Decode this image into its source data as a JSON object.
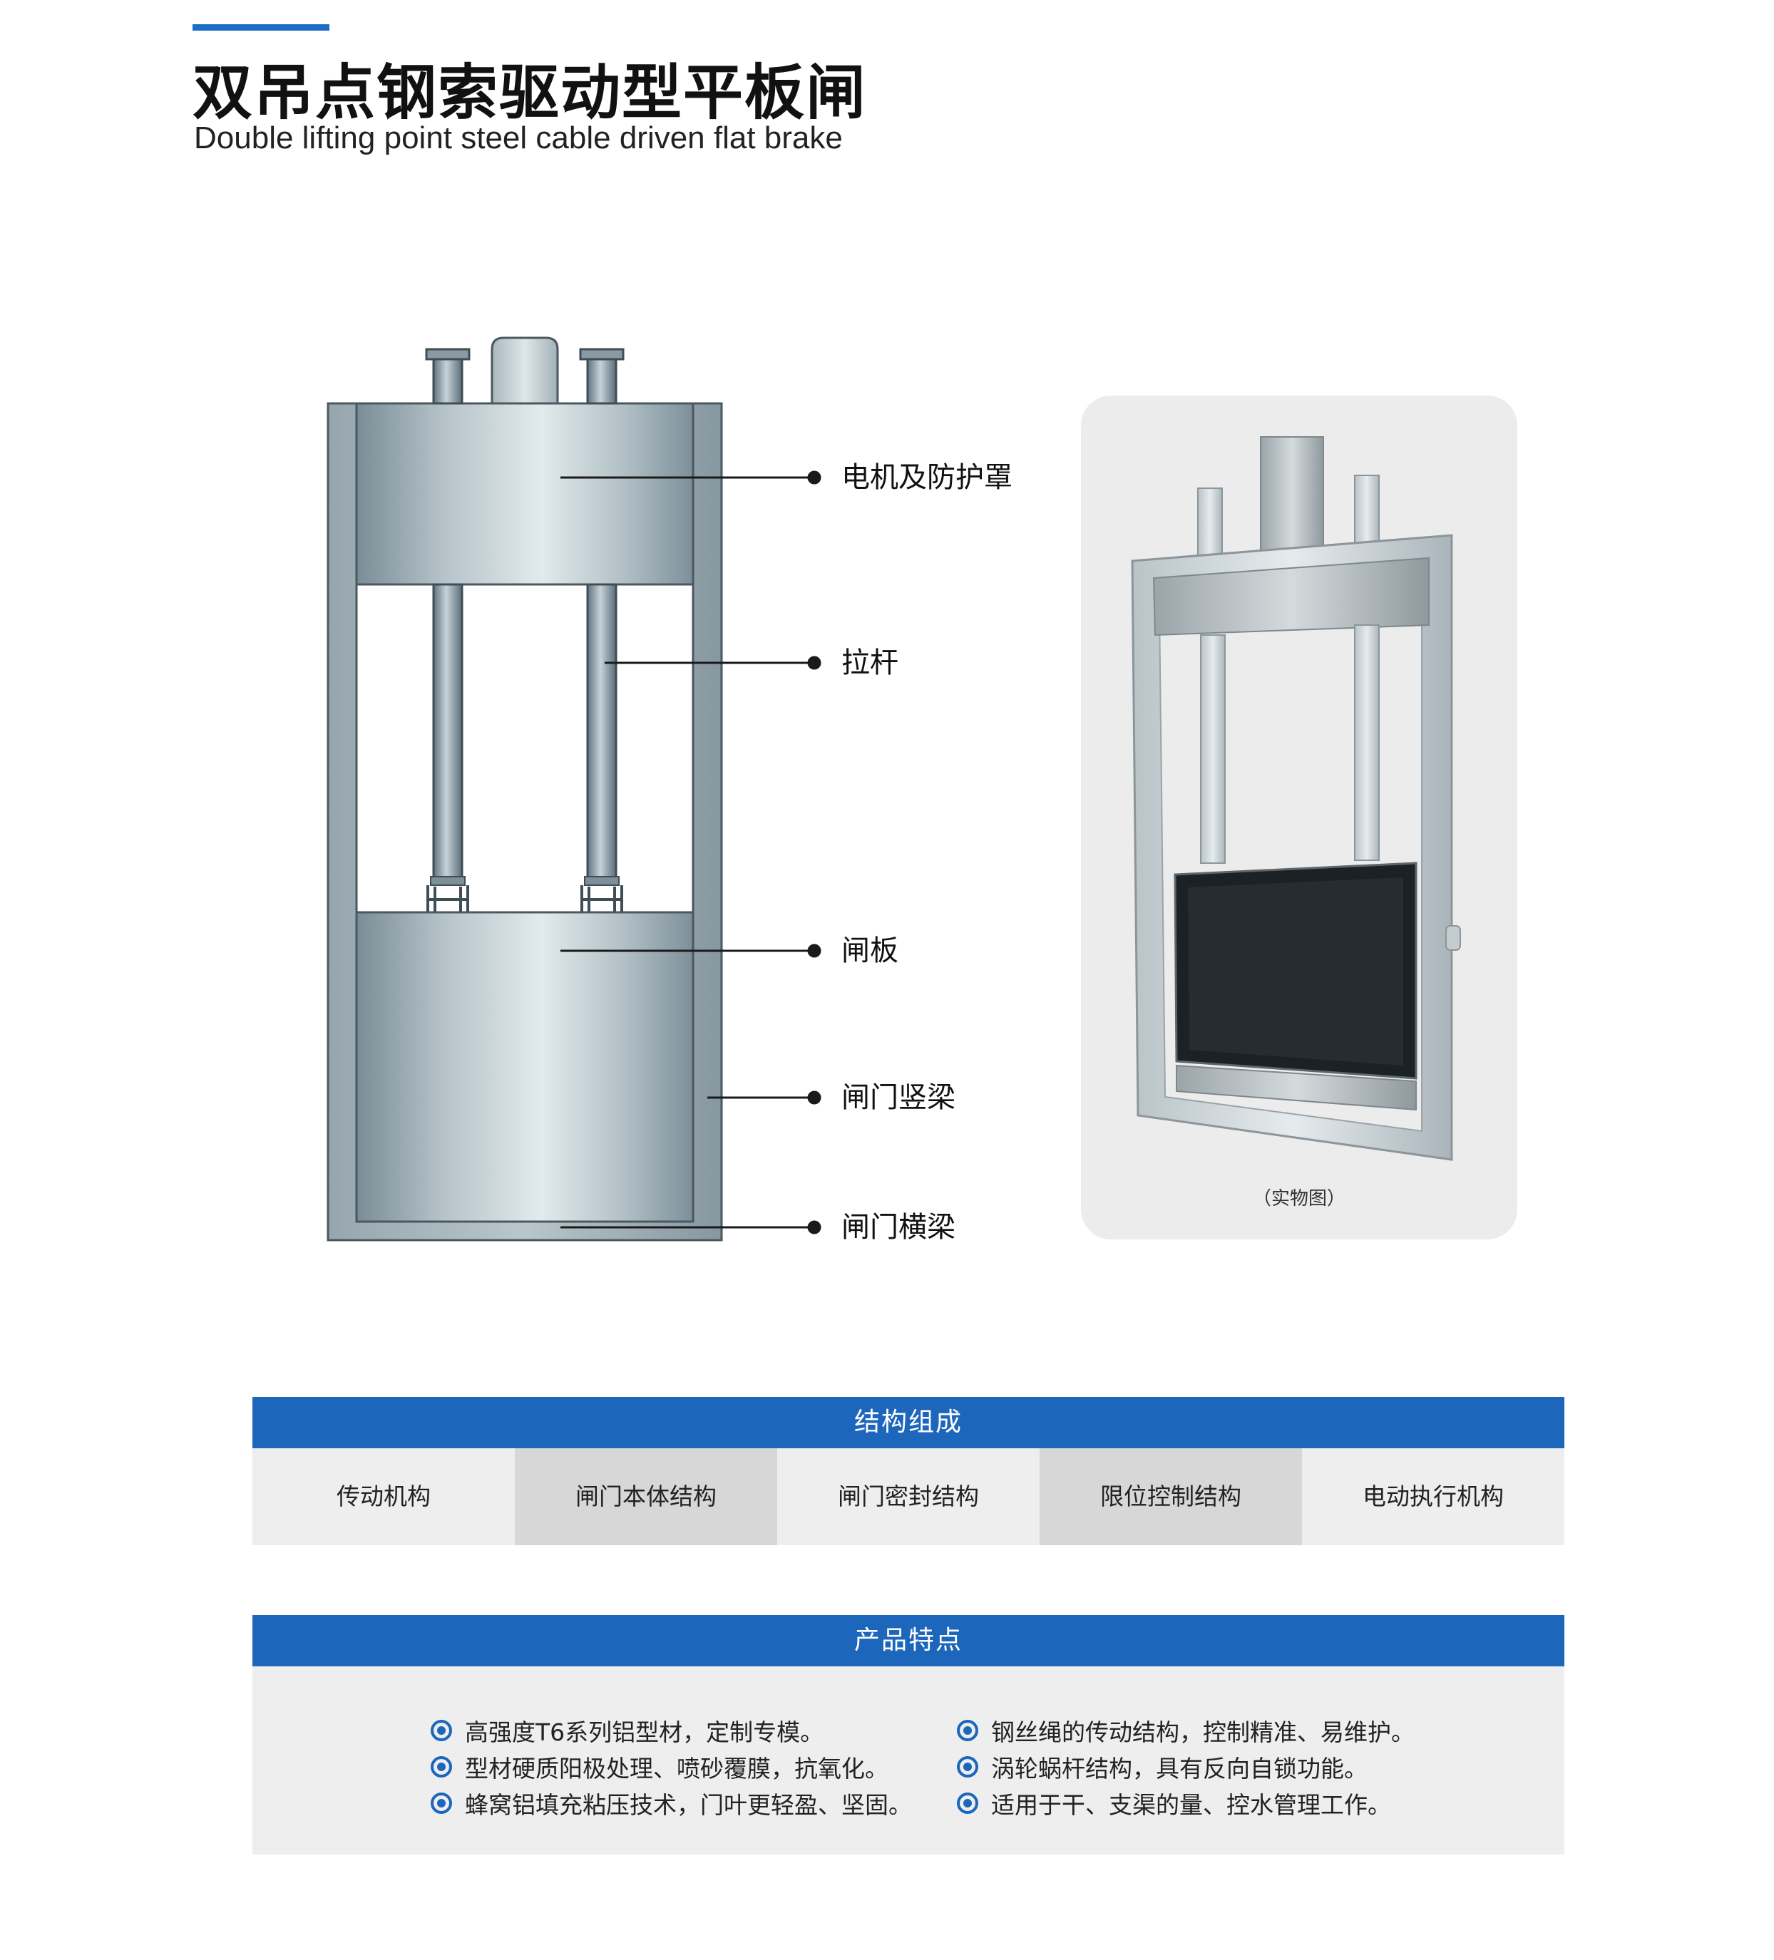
{
  "header": {
    "title": "双吊点钢索驱动型平板闸",
    "subtitle": "Double lifting point steel cable driven flat brake"
  },
  "diagram": {
    "labels": [
      {
        "id": "motor",
        "text": "电机及防护罩"
      },
      {
        "id": "rod",
        "text": "拉杆"
      },
      {
        "id": "plate",
        "text": "闸板"
      },
      {
        "id": "vertical-beam",
        "text": "闸门竖梁"
      },
      {
        "id": "horizontal-beam",
        "text": "闸门横梁"
      }
    ]
  },
  "photo": {
    "caption": "（实物图）"
  },
  "structure": {
    "title": "结构组成",
    "items": [
      "传动机构",
      "闸门本体结构",
      "闸门密封结构",
      "限位控制结构",
      "电动执行机构"
    ]
  },
  "features": {
    "title": "产品特点",
    "left": [
      "高强度T6系列铝型材，定制专模。",
      "型材硬质阳极处理、喷砂覆膜，抗氧化。",
      "蜂窝铝填充粘压技术，门叶更轻盈、坚固。"
    ],
    "right": [
      "钢丝绳的传动结构，控制精准、易维护。",
      "涡轮蜗杆结构，具有反向自锁功能。",
      "适用于干、支渠的量、控水管理工作。"
    ]
  },
  "colors": {
    "accent": "#1c66bb",
    "panel": "#eeeeee",
    "panel_alt": "#d7d7d7"
  }
}
